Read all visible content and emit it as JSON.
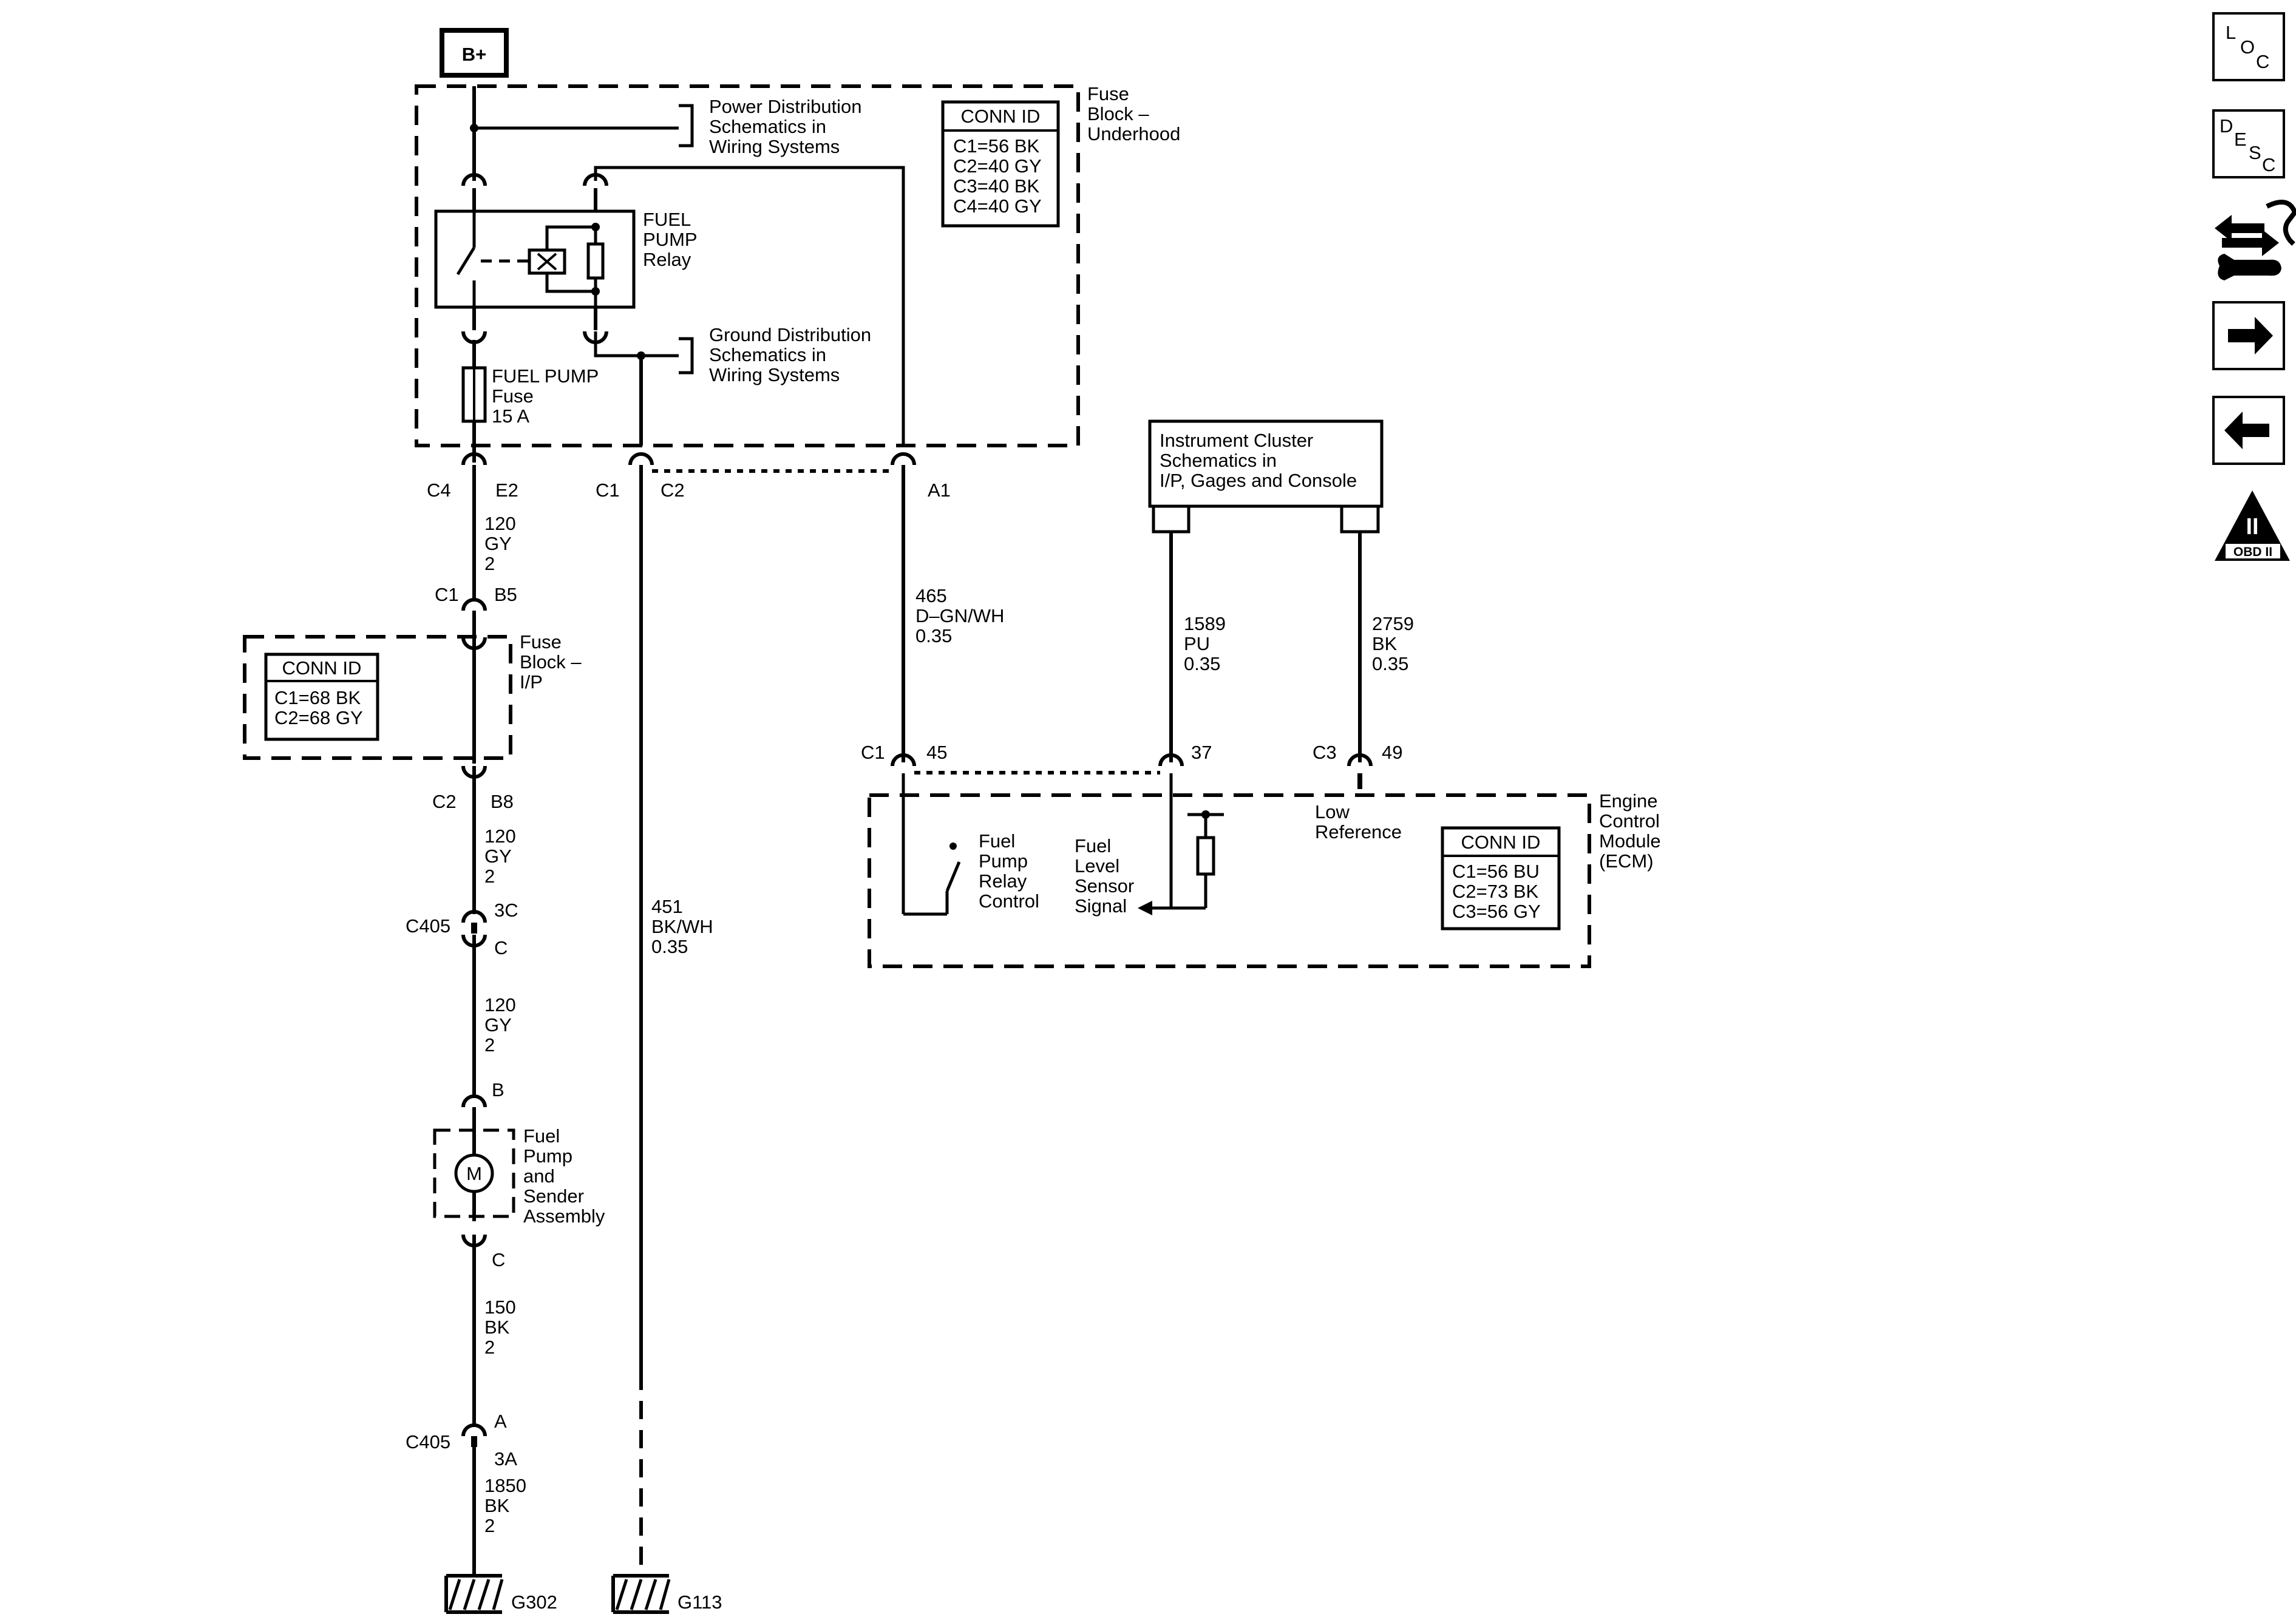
{
  "source": {
    "label": "B+"
  },
  "fuse_block_underhood": {
    "name": [
      "Fuse",
      "Block –",
      "Underhood"
    ],
    "conn_id": {
      "title": "CONN ID",
      "rows": [
        "C1=56 BK",
        "C2=40 GY",
        "C3=40 BK",
        "C4=40 GY"
      ]
    },
    "power_ref": [
      "Power Distribution",
      "Schematics in",
      "Wiring Systems"
    ],
    "ground_ref": [
      "Ground Distribution",
      "Schematics in",
      "Wiring Systems"
    ],
    "relay": [
      "FUEL",
      "PUMP",
      "Relay"
    ],
    "fuse": [
      "FUEL PUMP",
      "Fuse",
      "15 A"
    ]
  },
  "fuse_block_ip": {
    "name": [
      "Fuse",
      "Block –",
      "I/P"
    ],
    "conn_id": {
      "title": "CONN ID",
      "rows": [
        "C1=68 BK",
        "C2=68 GY"
      ]
    }
  },
  "ecm": {
    "name": [
      "Engine",
      "Control",
      "Module",
      "(ECM)"
    ],
    "conn_id": {
      "title": "CONN ID",
      "rows": [
        "C1=56 BU",
        "C2=73 BK",
        "C3=56 GY"
      ]
    },
    "relay_control": [
      "Fuel",
      "Pump",
      "Relay",
      "Control"
    ],
    "sensor_signal": [
      "Fuel",
      "Level",
      "Sensor",
      "Signal"
    ],
    "low_reference": [
      "Low",
      "Reference"
    ]
  },
  "instrument_cluster": [
    "Instrument Cluster",
    "Schematics in",
    "I/P, Gages and Console"
  ],
  "fuel_pump_assembly": {
    "motor": "M",
    "name": [
      "Fuel",
      "Pump",
      "and",
      "Sender",
      "Assembly"
    ]
  },
  "connectors": {
    "c4": "C4",
    "e2": "E2",
    "c1_ub": "C1",
    "c2_ub": "C2",
    "a1": "A1",
    "c1_ip": "C1",
    "b5": "B5",
    "c2_ip": "C2",
    "b8": "B8",
    "c405_top": "C405",
    "pin_3c": "3C",
    "pin_c1": "C",
    "pin_b": "B",
    "pin_c2": "C",
    "c405_bottom": "C405",
    "pin_a": "A",
    "pin_3a": "3A",
    "c1_ecm": "C1",
    "pin_45": "45",
    "pin_37": "37",
    "c3_ecm": "C3",
    "pin_49": "49"
  },
  "wires": {
    "w120_1": [
      "120",
      "GY",
      "2"
    ],
    "w120_2": [
      "120",
      "GY",
      "2"
    ],
    "w120_3": [
      "120",
      "GY",
      "2"
    ],
    "w150": [
      "150",
      "BK",
      "2"
    ],
    "w1850": [
      "1850",
      "BK",
      "2"
    ],
    "w451": [
      "451",
      "BK/WH",
      "0.35"
    ],
    "w465": [
      "465",
      "D–GN/WH",
      "0.35"
    ],
    "w1589": [
      "1589",
      "PU",
      "0.35"
    ],
    "w2759": [
      "2759",
      "BK",
      "0.35"
    ]
  },
  "grounds": {
    "g302": "G302",
    "g113": "G113"
  },
  "nav": {
    "loc": [
      "L",
      "O",
      "C"
    ],
    "desc": [
      "D",
      "E",
      "S",
      "C"
    ],
    "obd": [
      "II",
      "OBD II"
    ]
  }
}
